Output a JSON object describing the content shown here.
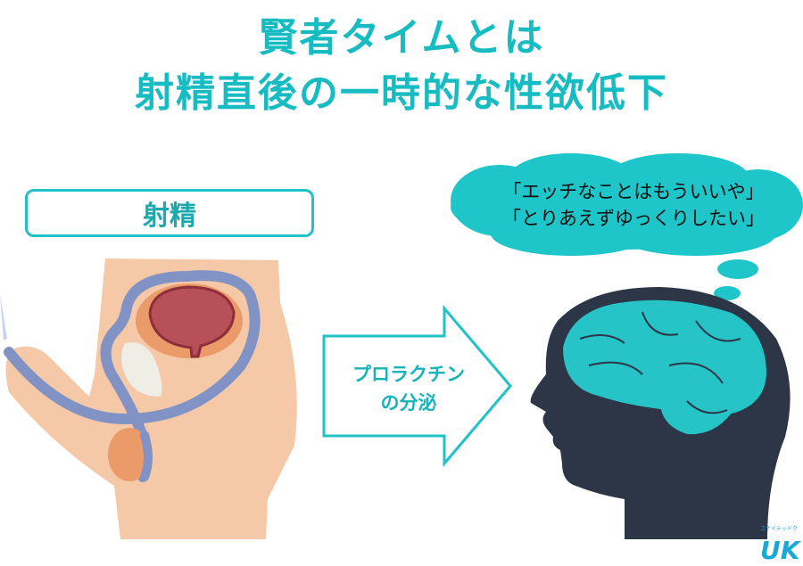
{
  "title": {
    "line1": "賢者タイムとは",
    "line2": "射精直後の一時的な性欲低下"
  },
  "left_panel": {
    "label": "射精"
  },
  "arrow": {
    "line1": "プロラクチン",
    "line2": "の分泌"
  },
  "thought_bubble": {
    "line1": "「エッチなことはもういいや」",
    "line2": "「とりあえずゆっくりしたい」"
  },
  "logo": {
    "small_text": "ユナイテッドク",
    "big_text": "UK"
  },
  "colors": {
    "accent": "#17bcc2",
    "skin": "#f5c8a8",
    "duct": "#8193c4",
    "head": "#2c3646",
    "brain": "#26c4c6"
  }
}
